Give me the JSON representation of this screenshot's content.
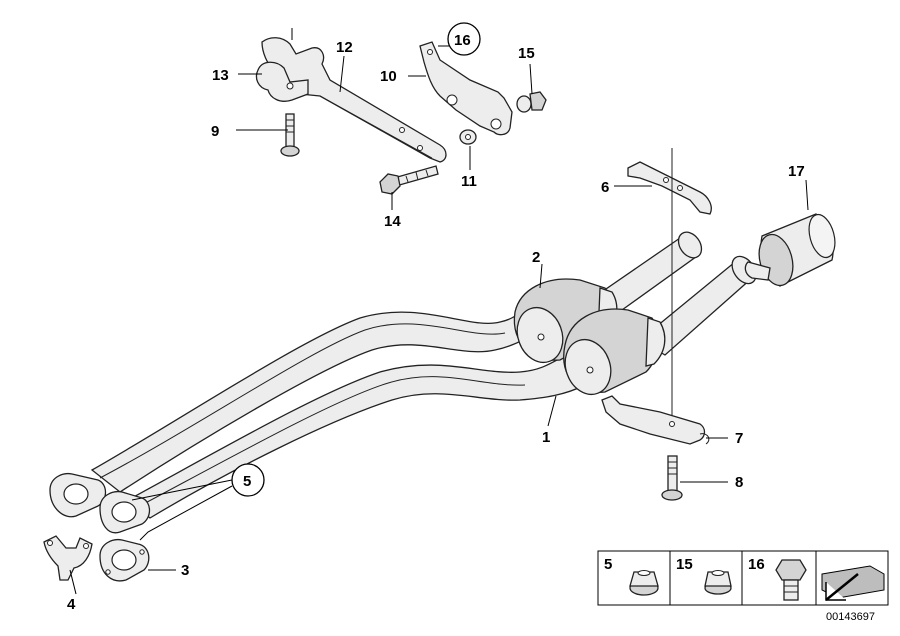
{
  "callouts": {
    "c1": "1",
    "c2": "2",
    "c3": "3",
    "c4": "4",
    "c5": "5",
    "c6": "6",
    "c7": "7",
    "c8": "8",
    "c9": "9",
    "c10": "10",
    "c11": "11",
    "c12": "12",
    "c13": "13",
    "c14": "14",
    "c15": "15",
    "c16": "16",
    "c17": "17"
  },
  "legend": {
    "items": [
      {
        "number": "5",
        "icon": "flange-nut-icon"
      },
      {
        "number": "15",
        "icon": "flange-nut-icon"
      },
      {
        "number": "16",
        "icon": "hex-bolt-icon"
      }
    ],
    "direction_icon": "direction-arrow-icon"
  },
  "document_number": "00143697"
}
